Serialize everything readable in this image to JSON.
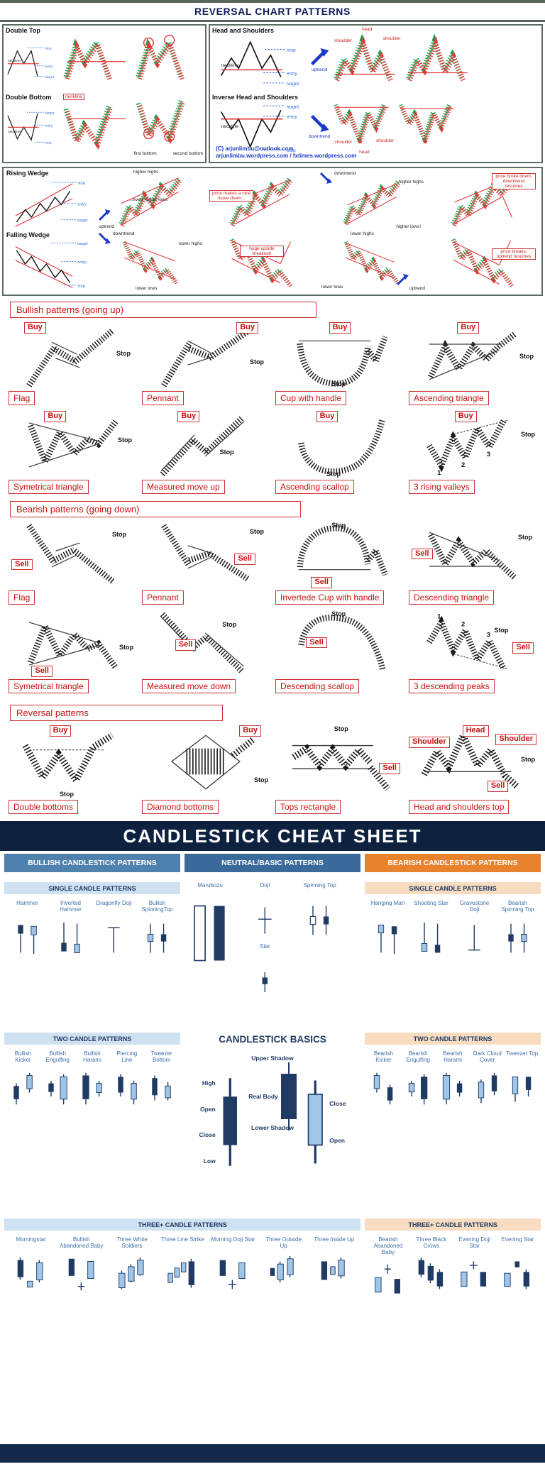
{
  "colors": {
    "accent_red": "#cc2222",
    "candle_green": "#12a249",
    "candle_red": "#e23b3b",
    "accent_blue": "#1d39c8",
    "navy": "#1f3a63",
    "light_blue": "#9fc5e8",
    "steel_blue": "#4e81ad",
    "mid_blue": "#3a6a9b",
    "orange": "#e8822d",
    "band_blue": "#cfe2f2",
    "band_orange": "#f7dcc0",
    "banner_navy": "#0e2240"
  },
  "header": {
    "title": "REVERSAL CHART PATTERNS"
  },
  "top": {
    "double_top": {
      "title": "Double Top",
      "neckline": "neckline",
      "stop": "stop",
      "entry": "entry",
      "target": "target"
    },
    "double_bottom": {
      "title": "Double Bottom",
      "neckline": "neckline",
      "target": "target",
      "entry": "entry",
      "stop": "stop",
      "first": "first bottom",
      "second": "second bottom"
    },
    "hs": {
      "title": "Head and Shoulders",
      "neckline": "neckline",
      "entry": "entry",
      "target": "target",
      "stop": "stop",
      "shoulder_l": "shoulder",
      "head": "head",
      "shoulder_r": "shoulder",
      "uptrend": "uptrend"
    },
    "ihs": {
      "title": "Inverse Head and Shoulders",
      "neckline": "neckline",
      "entry": "entry",
      "target": "target",
      "stop": "stop",
      "shoulder_l": "shoulder",
      "head": "head",
      "shoulder_r": "shoulder",
      "downtrend": "downtrend"
    },
    "credit1": "(C) arjunlimbu@outlook.com",
    "credit2": "arjunlimbu.wordpress.com / fxtimes.wordpress.com"
  },
  "wedges": {
    "rising": {
      "title": "Rising Wedge",
      "stop": "stop",
      "entry": "entry",
      "target": "target"
    },
    "falling": {
      "title": "Falling Wedge",
      "target": "target",
      "entry": "entry",
      "stop": "stop"
    },
    "r": {
      "a1": "higher highs",
      "a2": "...even higher lows",
      "a3": "uptrend",
      "a4": "price makes a nice move down...",
      "a5": "downtrend",
      "a6": "higher highs",
      "a7": "higher lows!",
      "a8": "price broke down, downtrend resumes"
    },
    "f": {
      "a1": "downtrend",
      "a2": "lower highs",
      "a3": "lower lows",
      "a4": "huge upside breakout!",
      "a5": "lower highs",
      "a6": "lower lows",
      "a7": "uptrend",
      "a8": "price breaks, uptrend resumes"
    }
  },
  "bullish": {
    "title": "Bullish patterns (going up)",
    "row1": [
      {
        "name": "Flag",
        "action": "Buy",
        "stop": "Stop"
      },
      {
        "name": "Pennant",
        "action": "Buy",
        "stop": "Stop"
      },
      {
        "name": "Cup with handle",
        "action": "Buy",
        "stop": "Stop"
      },
      {
        "name": "Ascending triangle",
        "action": "Buy",
        "stop": "Stop"
      }
    ],
    "row2": [
      {
        "name": "Symetrical triangle",
        "action": "Buy",
        "stop": "Stop"
      },
      {
        "name": "Measured move up",
        "action": "Buy",
        "stop": "Stop"
      },
      {
        "name": "Ascending scallop",
        "action": "Buy",
        "stop": "Stop"
      },
      {
        "name": "3 rising valleys",
        "action": "Buy",
        "stop": "Stop",
        "m1": "1",
        "m2": "2",
        "m3": "3"
      }
    ]
  },
  "bearish": {
    "title": "Bearish patterns (going down)",
    "row1": [
      {
        "name": "Flag",
        "action": "Sell",
        "stop": "Stop"
      },
      {
        "name": "Pennant",
        "action": "Sell",
        "stop": "Stop"
      },
      {
        "name": "Invertede Cup with handle",
        "action": "Sell",
        "stop": "Stop"
      },
      {
        "name": "Descending triangle",
        "action": "Sell",
        "stop": "Stop"
      }
    ],
    "row2": [
      {
        "name": "Symetrical triangle",
        "action": "Sell",
        "stop": "Stop"
      },
      {
        "name": "Measured move down",
        "action": "Sell",
        "stop": "Stop"
      },
      {
        "name": "Descending scallop",
        "action": "Sell",
        "stop": "Stop"
      },
      {
        "name": "3 descending peaks",
        "action": "Sell",
        "stop": "Stop",
        "m1": "1",
        "m2": "2",
        "m3": "3"
      }
    ]
  },
  "reversal": {
    "title": "Reversal patterns",
    "row": [
      {
        "name": "Double bottoms",
        "action": "Buy",
        "stop": "Stop"
      },
      {
        "name": "Diamond bottoms",
        "action": "Buy",
        "stop": "Stop"
      },
      {
        "name": "Tops rectangle",
        "action": "Sell",
        "stop": "Stop"
      },
      {
        "name": "Head and shoulders top",
        "action": "Sell",
        "stop": "Stop",
        "head": "Head",
        "shoulder_l": "Shoulder",
        "shoulder_r": "Shoulder"
      }
    ]
  },
  "cheatsheet": {
    "title": "CANDLESTICK CHEAT SHEET",
    "bullish": {
      "header": "BULLISH CANDLESTICK PATTERNS",
      "single_header": "SINGLE CANDLE PATTERNS",
      "single": [
        "Hammer",
        "Inverted Hammer",
        "Dragonfly Doji",
        "Bullish SpinningTop"
      ],
      "two_header": "TWO CANDLE PATTERNS",
      "two": [
        "Bullish Kicker",
        "Bullish Engulfing",
        "Bullish Harami",
        "Piercing Line",
        "Tweezer Bottom"
      ],
      "three_header": "THREE+ CANDLE PATTERNS",
      "three": [
        "Morningstar",
        "Bullish Abandoned Baby",
        "Three White Soldiers",
        "Three Line Strike",
        "Morning Doji Star",
        "Three Outside Up",
        "Three Inside Up"
      ]
    },
    "neutral": {
      "header": "NEUTRAL/BASIC PATTERNS",
      "patterns": [
        "Doji",
        "Spinning Top",
        "Marubozu",
        "Star"
      ],
      "basics_header": "CANDLESTICK BASICS",
      "basics": {
        "high": "High",
        "open": "Open",
        "close": "Close",
        "low": "Low",
        "upper_shadow": "Upper Shadow",
        "real_body": "Real Body",
        "lower_shadow": "Lower Shadow",
        "close2": "Close",
        "open2": "Open"
      }
    },
    "bearish": {
      "header": "BEARISH CANDLESTICK PATTERNS",
      "single_header": "SINGLE CANDLE PATTERNS",
      "single": [
        "Hanging Man",
        "Shooting Star",
        "Gravestone Doji",
        "Bearish Spinning Top"
      ],
      "two_header": "TWO CANDLE PATTERNS",
      "two": [
        "Bearish Kicker",
        "Bearish Engulfing",
        "Bearish Harami",
        "Dark Cloud Cover",
        "Tweezer Top"
      ],
      "three_header": "THREE+ CANDLE PATTERNS",
      "three": [
        "Bearish Abandoned Baby",
        "Three Black Crows",
        "Evening Doji Star",
        "Evening Star"
      ]
    }
  }
}
